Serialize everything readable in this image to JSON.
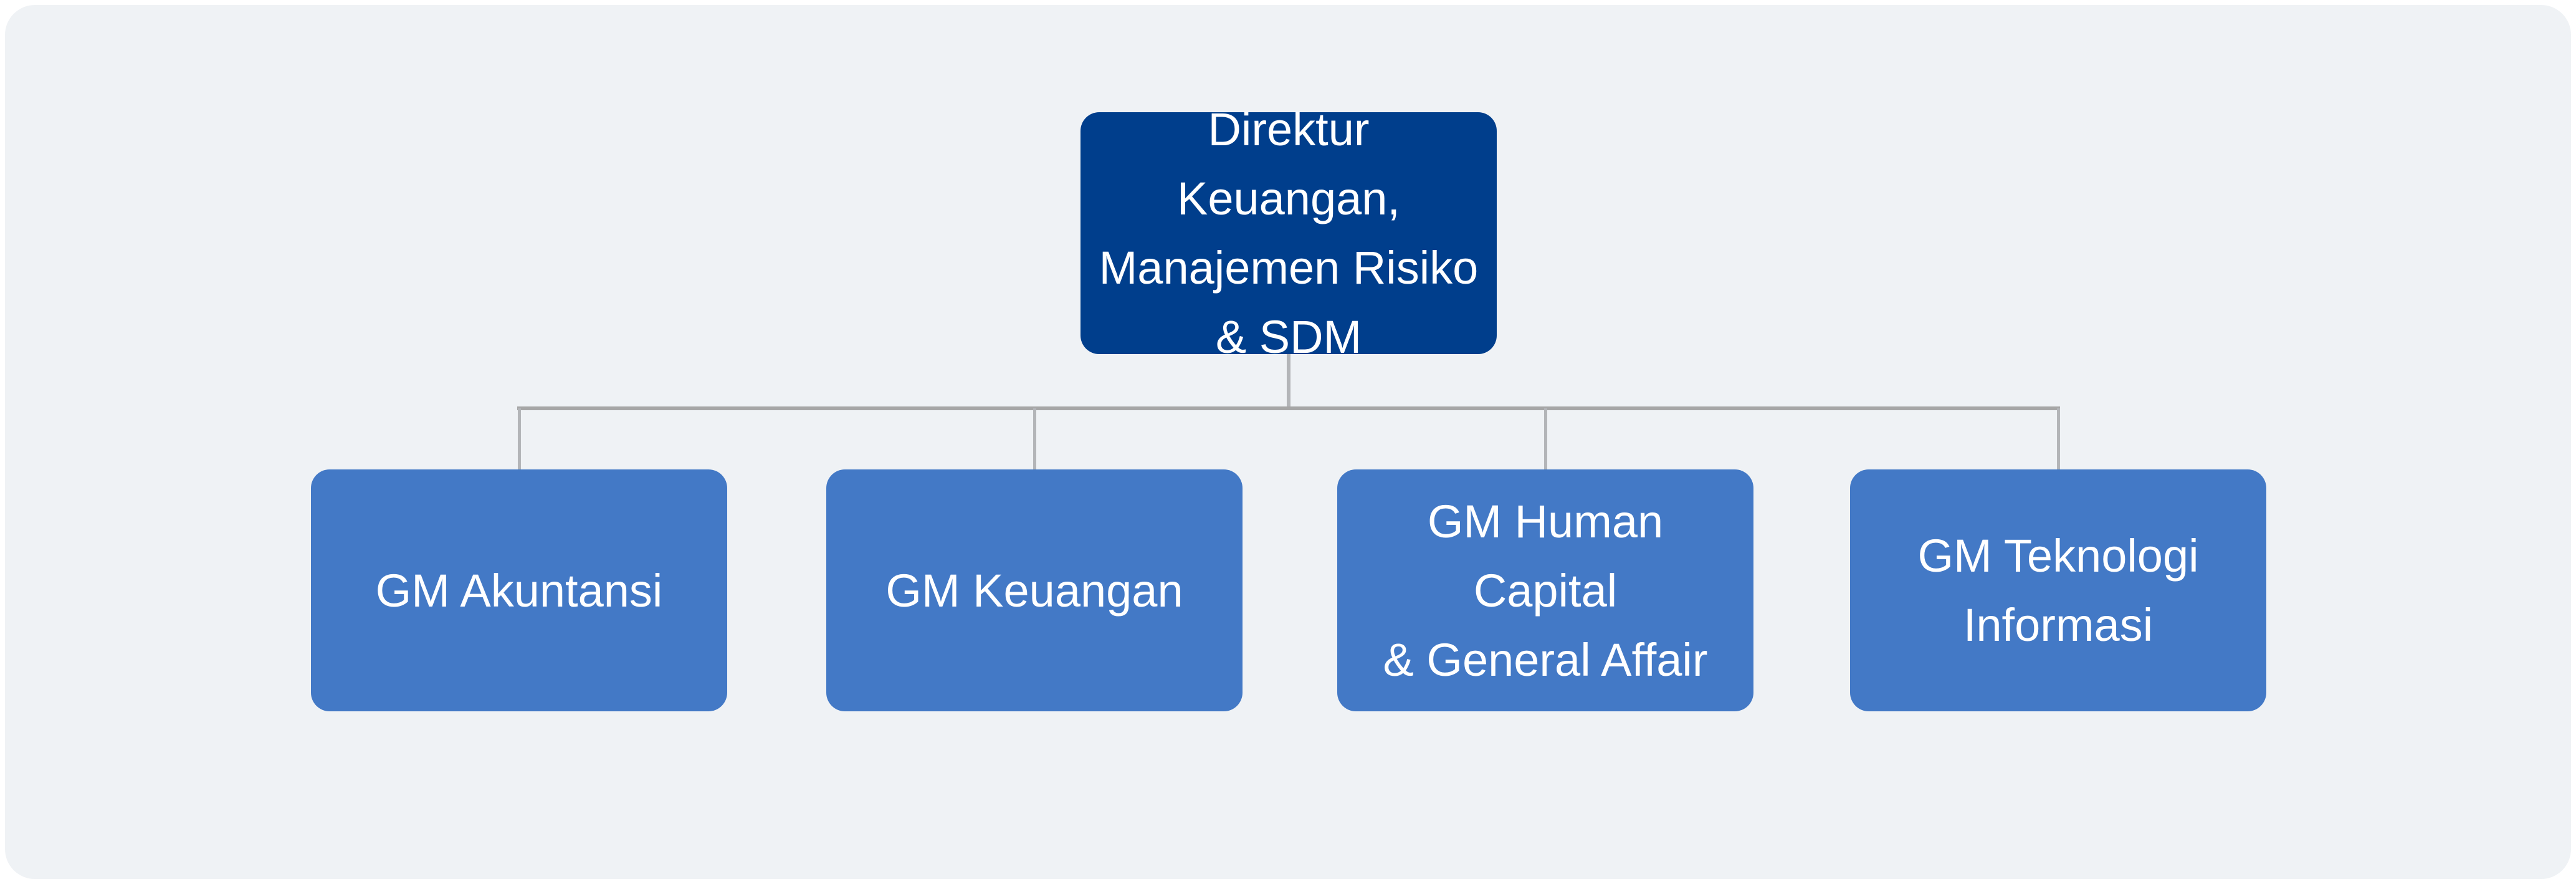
{
  "org_chart": {
    "type": "org-hierarchy",
    "root": {
      "label": "Direktur Keuangan,\nManajemen Risiko\n& SDM",
      "fill_color": "#003e8c",
      "text_color": "#ffffff"
    },
    "children": [
      {
        "label": "GM Akuntansi",
        "fill_color": "#4379c6",
        "text_color": "#ffffff"
      },
      {
        "label": "GM Keuangan",
        "fill_color": "#4379c6",
        "text_color": "#ffffff"
      },
      {
        "label": "GM Human Capital\n& General Affair",
        "fill_color": "#4379c6",
        "text_color": "#ffffff"
      },
      {
        "label": "GM Teknologi\nInformasi",
        "fill_color": "#4379c6",
        "text_color": "#ffffff"
      }
    ],
    "edges": [
      {
        "from": "Direktur Keuangan, Manajemen Risiko & SDM",
        "to": "GM Akuntansi"
      },
      {
        "from": "Direktur Keuangan, Manajemen Risiko & SDM",
        "to": "GM Keuangan"
      },
      {
        "from": "Direktur Keuangan, Manajemen Risiko & SDM",
        "to": "GM Human Capital & General Affair"
      },
      {
        "from": "Direktur Keuangan, Manajemen Risiko & SDM",
        "to": "GM Teknologi Informasi"
      }
    ],
    "connector_color": "#a6a6a6",
    "panel_background": "#eff2f5",
    "page_background": "#ffffff"
  }
}
